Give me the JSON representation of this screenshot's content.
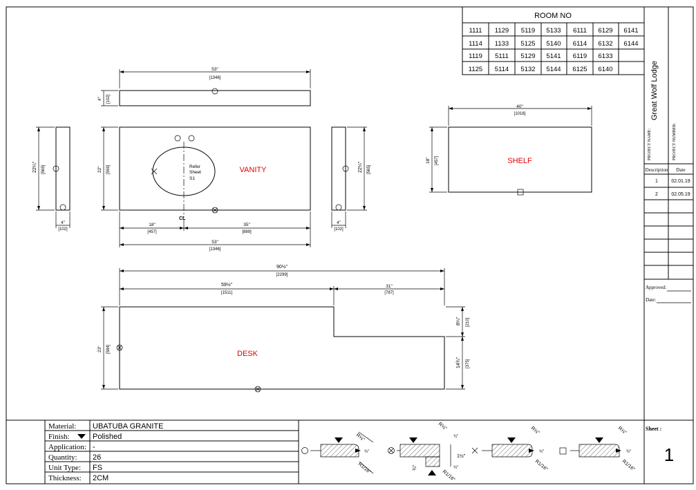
{
  "room_table": {
    "header": "ROOM NO",
    "rows": [
      [
        "1111",
        "1129",
        "5119",
        "5133",
        "6111",
        "6129",
        "6141"
      ],
      [
        "1114",
        "1133",
        "5125",
        "5140",
        "6114",
        "6132",
        "6144"
      ],
      [
        "1119",
        "5111",
        "5129",
        "5141",
        "6119",
        "6133",
        ""
      ],
      [
        "1125",
        "5114",
        "5132",
        "5144",
        "6125",
        "6140",
        ""
      ]
    ]
  },
  "title_block": {
    "project_name_label": "PROJECT NAME:",
    "project_name": "Great Wolf Lodge",
    "project_number_label": "PROJECT NUMBER:",
    "revision_headers": [
      "Description",
      "Date"
    ],
    "revisions": [
      {
        "description": "1",
        "date": "02.01.19"
      },
      {
        "description": "2",
        "date": "02.05.19"
      }
    ],
    "approved_label": "Approved:",
    "date_label": "Date:",
    "sheet_label": "Sheet :",
    "sheet_number": "1"
  },
  "specs": [
    {
      "label": "Material:",
      "value": "UBATUBA GRANITE"
    },
    {
      "label": "Finish:",
      "value": "Polished"
    },
    {
      "label": "Application:",
      "value": "-"
    },
    {
      "label": "Quantity:",
      "value": "26"
    },
    {
      "label": "Unit Type:",
      "value": "FS"
    },
    {
      "label": "Thickness:",
      "value": "2CM"
    }
  ],
  "pieces": {
    "backsplash": {
      "dim_w": "53\"",
      "dim_w_mm": "[1346]",
      "dim_h": "4\"",
      "dim_h_mm": "[102]"
    },
    "vanity": {
      "label": "VANITY",
      "dim_h": "22\"",
      "dim_h_mm": "[559]",
      "dim_left": "18\"",
      "dim_left_mm": "[457]",
      "dim_right": "35\"",
      "dim_right_mm": "[889]",
      "dim_w": "53\"",
      "dim_w_mm": "[1346]",
      "note": [
        "Refer",
        "Sheet",
        "S1"
      ],
      "centerline": "CL"
    },
    "side_left": {
      "dim_h": "22¼\"",
      "dim_h_mm": "[565]",
      "dim_w": "4\"",
      "dim_w_mm": "[102]"
    },
    "side_right": {
      "dim_h": "22¼\"",
      "dim_h_mm": "[565]",
      "dim_w": "4\"",
      "dim_w_mm": "[102]"
    },
    "shelf": {
      "label": "SHELF",
      "dim_w": "40\"",
      "dim_w_mm": "[1016]",
      "dim_h": "18\"",
      "dim_h_mm": "[457]"
    },
    "desk": {
      "label": "DESK",
      "dim_total": "90½\"",
      "dim_total_mm": "[2299]",
      "dim_left": "59½\"",
      "dim_left_mm": "[1511]",
      "dim_right": "31\"",
      "dim_right_mm": "[787]",
      "dim_h": "23\"",
      "dim_h_mm": "[584]",
      "dim_notch": "8¼\"",
      "dim_notch_mm": "[210]",
      "dim_lower": "14¾\"",
      "dim_lower_mm": "[375]"
    }
  },
  "edge_legend": {
    "radius_labels": [
      "R⅛\"",
      "R1/16\""
    ],
    "thickness_labels": [
      "¾\"",
      "1½\""
    ],
    "edge_symbols": [
      "circle",
      "circle-x",
      "x",
      "square"
    ]
  }
}
